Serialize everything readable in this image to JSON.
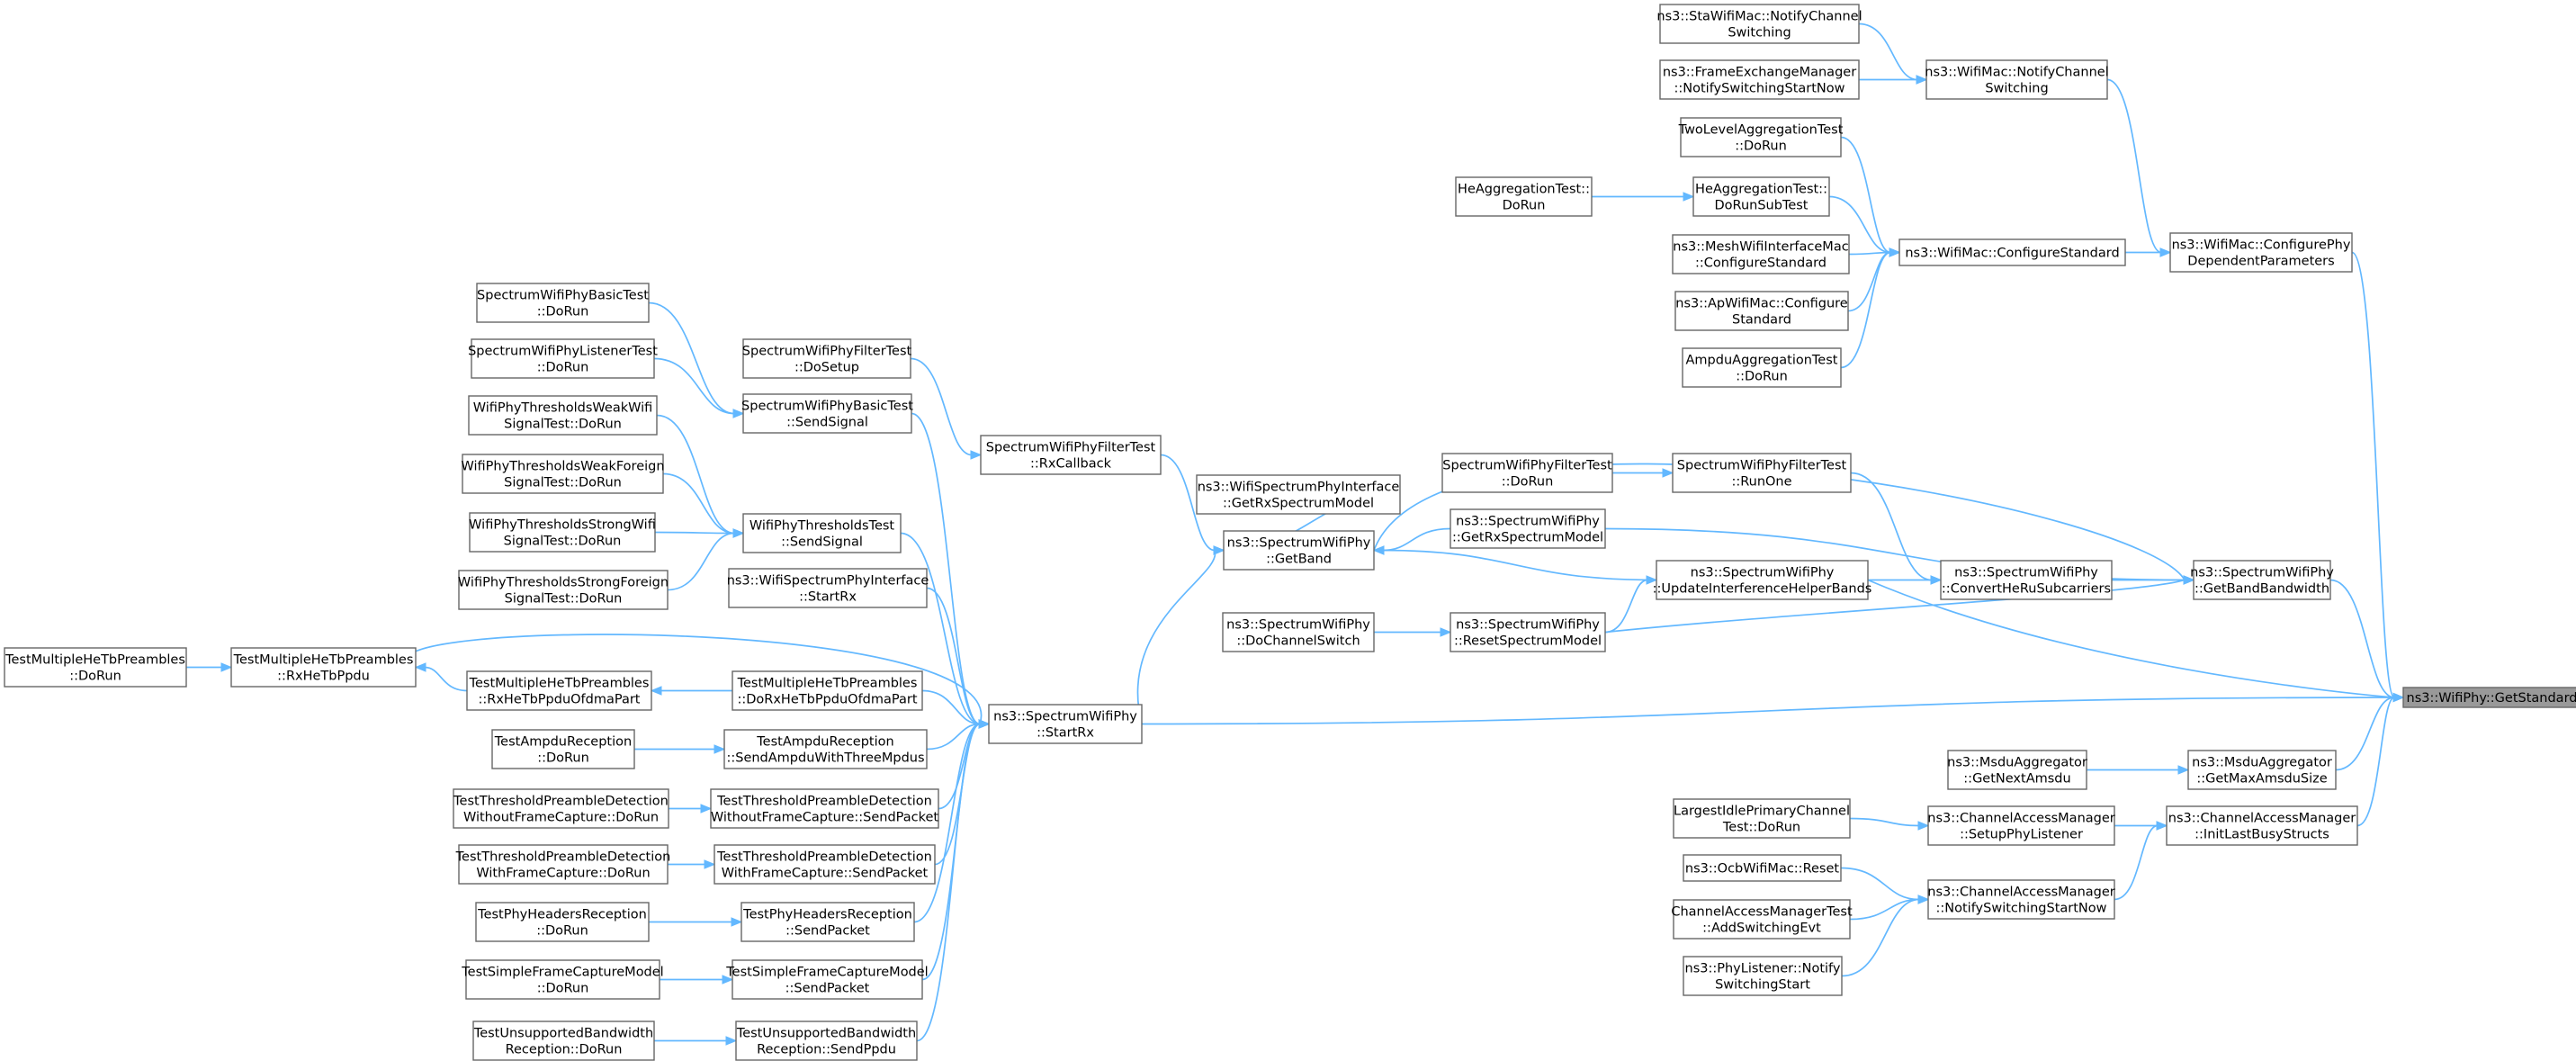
{
  "graph": {
    "focus_node": "ns3::WifiPhy::GetStandard",
    "colors": {
      "edge": "#63b8ff",
      "node_border": "#666666",
      "focus_fill": "#999999"
    },
    "nodes": [
      {
        "id": "getstandard",
        "lines": [
          "ns3::WifiPhy::GetStandard"
        ],
        "focus": true
      },
      {
        "id": "cfgphydep",
        "lines": [
          "ns3::WifiMac::ConfigurePhy",
          "DependentParameters"
        ]
      },
      {
        "id": "notifych",
        "lines": [
          "ns3::WifiMac::NotifyChannel",
          "Switching"
        ]
      },
      {
        "id": "stanotify",
        "lines": [
          "ns3::StaWifiMac::NotifyChannel",
          "Switching"
        ]
      },
      {
        "id": "femnotify",
        "lines": [
          "ns3::FrameExchangeManager",
          "::NotifySwitchingStartNow"
        ]
      },
      {
        "id": "cfgstd",
        "lines": [
          "ns3::WifiMac::ConfigureStandard"
        ]
      },
      {
        "id": "twolevel",
        "lines": [
          "TwoLevelAggregationTest",
          "::DoRun"
        ]
      },
      {
        "id": "hesub",
        "lines": [
          "HeAggregationTest::",
          "DoRunSubTest"
        ]
      },
      {
        "id": "herun",
        "lines": [
          "HeAggregationTest::",
          "DoRun"
        ]
      },
      {
        "id": "meshcfg",
        "lines": [
          "ns3::MeshWifiInterfaceMac",
          "::ConfigureStandard"
        ]
      },
      {
        "id": "apcfg",
        "lines": [
          "ns3::ApWifiMac::Configure",
          "Standard"
        ]
      },
      {
        "id": "ampdurun",
        "lines": [
          "AmpduAggregationTest",
          "::DoRun"
        ]
      },
      {
        "id": "getbw",
        "lines": [
          "ns3::SpectrumWifiPhy",
          "::GetBandBandwidth"
        ]
      },
      {
        "id": "convhe",
        "lines": [
          "ns3::SpectrumWifiPhy",
          "::ConvertHeRuSubcarriers"
        ]
      },
      {
        "id": "runone",
        "lines": [
          "SpectrumWifiPhyFilterTest",
          "::RunOne"
        ]
      },
      {
        "id": "filterdorun",
        "lines": [
          "SpectrumWifiPhyFilterTest",
          "::DoRun"
        ]
      },
      {
        "id": "updint",
        "lines": [
          "ns3::SpectrumWifiPhy",
          "::UpdateInterferenceHelperBands"
        ]
      },
      {
        "id": "getrxsm",
        "lines": [
          "ns3::SpectrumWifiPhy",
          "::GetRxSpectrumModel"
        ]
      },
      {
        "id": "wsigetrx",
        "lines": [
          "ns3::WifiSpectrumPhyInterface",
          "::GetRxSpectrumModel"
        ]
      },
      {
        "id": "getband",
        "lines": [
          "ns3::SpectrumWifiPhy",
          "::GetBand"
        ]
      },
      {
        "id": "rxcb",
        "lines": [
          "SpectrumWifiPhyFilterTest",
          "::RxCallback"
        ]
      },
      {
        "id": "filtersetup",
        "lines": [
          "SpectrumWifiPhyFilterTest",
          "::DoSetup"
        ]
      },
      {
        "id": "resetsm",
        "lines": [
          "ns3::SpectrumWifiPhy",
          "::ResetSpectrumModel"
        ]
      },
      {
        "id": "dochsw",
        "lines": [
          "ns3::SpectrumWifiPhy",
          "::DoChannelSwitch"
        ]
      },
      {
        "id": "startrx",
        "lines": [
          "ns3::SpectrumWifiPhy",
          "::StartRx"
        ]
      },
      {
        "id": "basicsend",
        "lines": [
          "SpectrumWifiPhyBasicTest",
          "::SendSignal"
        ]
      },
      {
        "id": "basicrun",
        "lines": [
          "SpectrumWifiPhyBasicTest",
          "::DoRun"
        ]
      },
      {
        "id": "listenrun",
        "lines": [
          "SpectrumWifiPhyListenerTest",
          "::DoRun"
        ]
      },
      {
        "id": "threshsend",
        "lines": [
          "WifiPhyThresholdsTest",
          "::SendSignal"
        ]
      },
      {
        "id": "weakwifi",
        "lines": [
          "WifiPhyThresholdsWeakWifi",
          "SignalTest::DoRun"
        ]
      },
      {
        "id": "weakforeign",
        "lines": [
          "WifiPhyThresholdsWeakForeign",
          "SignalTest::DoRun"
        ]
      },
      {
        "id": "strongwifi",
        "lines": [
          "WifiPhyThresholdsStrongWifi",
          "SignalTest::DoRun"
        ]
      },
      {
        "id": "strongforeign",
        "lines": [
          "WifiPhyThresholdsStrongForeign",
          "SignalTest::DoRun"
        ]
      },
      {
        "id": "wsistartrx",
        "lines": [
          "ns3::WifiSpectrumPhyInterface",
          "::StartRx"
        ]
      },
      {
        "id": "hetbrx",
        "lines": [
          "TestMultipleHeTbPreambles",
          "::RxHeTbPpdu"
        ]
      },
      {
        "id": "hetbrun",
        "lines": [
          "TestMultipleHeTbPreambles",
          "::DoRun"
        ]
      },
      {
        "id": "hetbofdma",
        "lines": [
          "TestMultipleHeTbPreambles",
          "::RxHeTbPpduOfdmaPart"
        ]
      },
      {
        "id": "hetbdoofdma",
        "lines": [
          "TestMultipleHeTbPreambles",
          "::DoRxHeTbPpduOfdmaPart"
        ]
      },
      {
        "id": "ampdusend",
        "lines": [
          "TestAmpduReception",
          "::SendAmpduWithThreeMpdus"
        ]
      },
      {
        "id": "ampdurecrun",
        "lines": [
          "TestAmpduReception",
          "::DoRun"
        ]
      },
      {
        "id": "tpdwosend",
        "lines": [
          "TestThresholdPreambleDetection",
          "WithoutFrameCapture::SendPacket"
        ]
      },
      {
        "id": "tpdworun",
        "lines": [
          "TestThresholdPreambleDetection",
          "WithoutFrameCapture::DoRun"
        ]
      },
      {
        "id": "tpdwsend",
        "lines": [
          "TestThresholdPreambleDetection",
          "WithFrameCapture::SendPacket"
        ]
      },
      {
        "id": "tpdwrun",
        "lines": [
          "TestThresholdPreambleDetection",
          "WithFrameCapture::DoRun"
        ]
      },
      {
        "id": "phyhdrsend",
        "lines": [
          "TestPhyHeadersReception",
          "::SendPacket"
        ]
      },
      {
        "id": "phyhdrrun",
        "lines": [
          "TestPhyHeadersReception",
          "::DoRun"
        ]
      },
      {
        "id": "sfcmsend",
        "lines": [
          "TestSimpleFrameCaptureModel",
          "::SendPacket"
        ]
      },
      {
        "id": "sfcmrun",
        "lines": [
          "TestSimpleFrameCaptureModel",
          "::DoRun"
        ]
      },
      {
        "id": "unsupsend",
        "lines": [
          "TestUnsupportedBandwidth",
          "Reception::SendPpdu"
        ]
      },
      {
        "id": "unsuprun",
        "lines": [
          "TestUnsupportedBandwidth",
          "Reception::DoRun"
        ]
      },
      {
        "id": "maxamsdu",
        "lines": [
          "ns3::MsduAggregator",
          "::GetMaxAmsduSize"
        ]
      },
      {
        "id": "nextamsdu",
        "lines": [
          "ns3::MsduAggregator",
          "::GetNextAmsdu"
        ]
      },
      {
        "id": "initbusy",
        "lines": [
          "ns3::ChannelAccessManager",
          "::InitLastBusyStructs"
        ]
      },
      {
        "id": "setupphy",
        "lines": [
          "ns3::ChannelAccessManager",
          "::SetupPhyListener"
        ]
      },
      {
        "id": "largestidle",
        "lines": [
          "LargestIdlePrimaryChannel",
          "Test::DoRun"
        ]
      },
      {
        "id": "camnotify",
        "lines": [
          "ns3::ChannelAccessManager",
          "::NotifySwitchingStartNow"
        ]
      },
      {
        "id": "ocbreset",
        "lines": [
          "ns3::OcbWifiMac::Reset"
        ]
      },
      {
        "id": "camtestadd",
        "lines": [
          "ChannelAccessManagerTest",
          "::AddSwitchingEvt"
        ]
      },
      {
        "id": "phylisten",
        "lines": [
          "ns3::PhyListener::Notify",
          "SwitchingStart"
        ]
      }
    ],
    "edges": [
      [
        "cfgphydep",
        "getstandard"
      ],
      [
        "getbw",
        "getstandard"
      ],
      [
        "updint",
        "getstandard"
      ],
      [
        "startrx",
        "getstandard"
      ],
      [
        "maxamsdu",
        "getstandard"
      ],
      [
        "initbusy",
        "getstandard"
      ],
      [
        "notifych",
        "cfgphydep"
      ],
      [
        "cfgstd",
        "cfgphydep"
      ],
      [
        "stanotify",
        "notifych"
      ],
      [
        "femnotify",
        "notifych"
      ],
      [
        "twolevel",
        "cfgstd"
      ],
      [
        "hesub",
        "cfgstd"
      ],
      [
        "meshcfg",
        "cfgstd"
      ],
      [
        "apcfg",
        "cfgstd"
      ],
      [
        "ampdurun",
        "cfgstd"
      ],
      [
        "herun",
        "hesub"
      ],
      [
        "getband",
        "getbw"
      ],
      [
        "getrxsm",
        "getbw"
      ],
      [
        "convhe",
        "getbw"
      ],
      [
        "resetsm",
        "getbw"
      ],
      [
        "updint",
        "convhe"
      ],
      [
        "runone",
        "convhe"
      ],
      [
        "filterdorun",
        "runone"
      ],
      [
        "updint",
        "getband"
      ],
      [
        "getrxsm",
        "getband"
      ],
      [
        "wsigetrx",
        "getband"
      ],
      [
        "rxcb",
        "getband"
      ],
      [
        "startrx",
        "getband"
      ],
      [
        "filtersetup",
        "rxcb"
      ],
      [
        "resetsm",
        "updint"
      ],
      [
        "dochsw",
        "resetsm"
      ],
      [
        "basicsend",
        "startrx"
      ],
      [
        "threshsend",
        "startrx"
      ],
      [
        "wsistartrx",
        "startrx"
      ],
      [
        "hetbrx",
        "startrx"
      ],
      [
        "hetbdoofdma",
        "startrx"
      ],
      [
        "ampdusend",
        "startrx"
      ],
      [
        "tpdwosend",
        "startrx"
      ],
      [
        "tpdwsend",
        "startrx"
      ],
      [
        "phyhdrsend",
        "startrx"
      ],
      [
        "sfcmsend",
        "startrx"
      ],
      [
        "unsupsend",
        "startrx"
      ],
      [
        "basicrun",
        "basicsend"
      ],
      [
        "listenrun",
        "basicsend"
      ],
      [
        "weakwifi",
        "threshsend"
      ],
      [
        "weakforeign",
        "threshsend"
      ],
      [
        "strongwifi",
        "threshsend"
      ],
      [
        "strongforeign",
        "threshsend"
      ],
      [
        "hetbrun",
        "hetbrx"
      ],
      [
        "hetbofdma",
        "hetbrx"
      ],
      [
        "hetbdoofdma",
        "hetbofdma"
      ],
      [
        "ampdurecrun",
        "ampdusend"
      ],
      [
        "tpdworun",
        "tpdwosend"
      ],
      [
        "tpdwrun",
        "tpdwsend"
      ],
      [
        "phyhdrrun",
        "phyhdrsend"
      ],
      [
        "sfcmrun",
        "sfcmsend"
      ],
      [
        "unsuprun",
        "unsupsend"
      ],
      [
        "nextamsdu",
        "maxamsdu"
      ],
      [
        "setupphy",
        "initbusy"
      ],
      [
        "camnotify",
        "initbusy"
      ],
      [
        "largestidle",
        "setupphy"
      ],
      [
        "ocbreset",
        "camnotify"
      ],
      [
        "camtestadd",
        "camnotify"
      ],
      [
        "phylisten",
        "camnotify"
      ]
    ]
  }
}
